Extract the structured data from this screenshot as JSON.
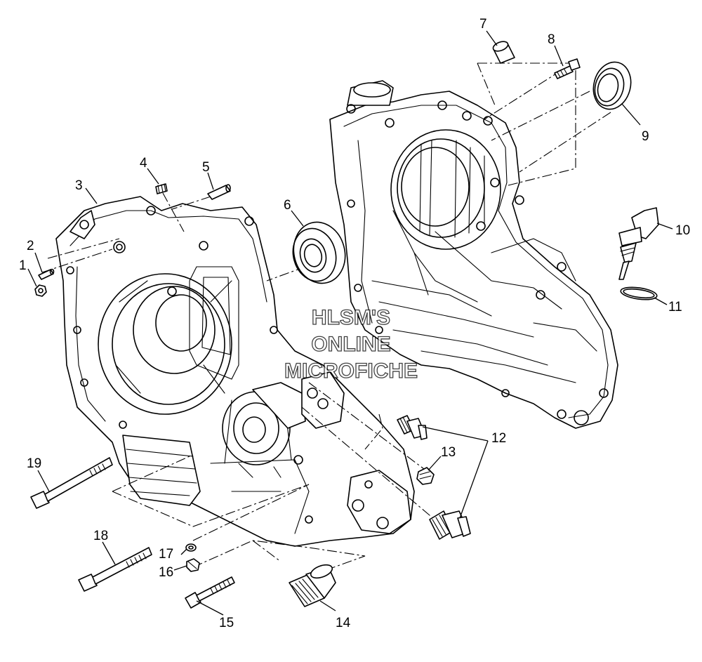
{
  "watermark": {
    "line1": "HLSM'S",
    "line2": "ONLINE",
    "line3": "MICROFICHE"
  },
  "callouts": [
    "1",
    "2",
    "3",
    "4",
    "5",
    "6",
    "7",
    "8",
    "9",
    "10",
    "11",
    "12",
    "13",
    "14",
    "15",
    "16",
    "17",
    "18",
    "19"
  ]
}
